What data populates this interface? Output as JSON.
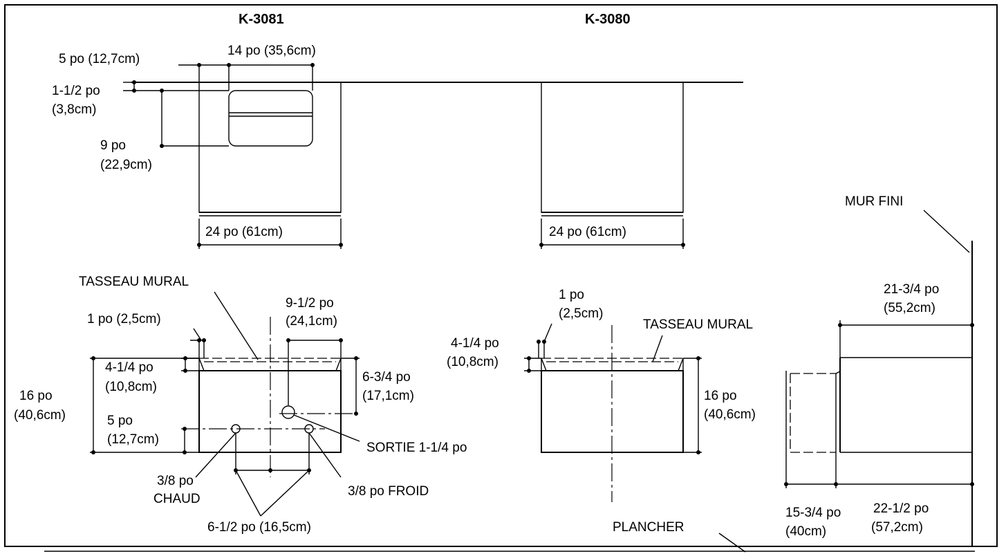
{
  "titles": {
    "left": "K-3081",
    "right": "K-3080"
  },
  "top_view": {
    "d_5po": "5 po (12,7cm)",
    "d_14po": "14 po (35,6cm)",
    "d_112_a": "1-1/2 po",
    "d_112_b": "(3,8cm)",
    "d_9po_a": "9 po",
    "d_9po_b": "(22,9cm)",
    "width_left": "24 po (61cm)",
    "width_right": "24 po (61cm)"
  },
  "front_left": {
    "cleat": "TASSEAU MURAL",
    "d_1po": "1 po (2,5cm)",
    "d_912_a": "9-1/2 po",
    "d_912_b": "(24,1cm)",
    "d_414_a": "4-1/4 po",
    "d_414_b": "(10,8cm)",
    "d_634_a": "6-3/4 po",
    "d_634_b": "(17,1cm)",
    "d_16_a": "16 po",
    "d_16_b": "(40,6cm)",
    "d_5_a": "5 po",
    "d_5_b": "(12,7cm)",
    "outlet": "SORTIE 1-1/4 po",
    "hot_a": "3/8 po",
    "hot_b": "CHAUD",
    "cold": "3/8 po FROID",
    "spacing": "6-1/2 po (16,5cm)"
  },
  "front_right": {
    "d_1po_a": "1 po",
    "d_1po_b": "(2,5cm)",
    "cleat": "TASSEAU MURAL",
    "d_414_a": "4-1/4 po",
    "d_414_b": "(10,8cm)",
    "d_16_a": "16 po",
    "d_16_b": "(40,6cm)",
    "floor": "PLANCHER"
  },
  "side_view": {
    "wall": "MUR FINI",
    "d_2134_a": "21-3/4 po",
    "d_2134_b": "(55,2cm)",
    "d_1534_a": "15-3/4 po",
    "d_1534_b": "(40cm)",
    "d_2212_a": "22-1/2 po",
    "d_2212_b": "(57,2cm)"
  }
}
